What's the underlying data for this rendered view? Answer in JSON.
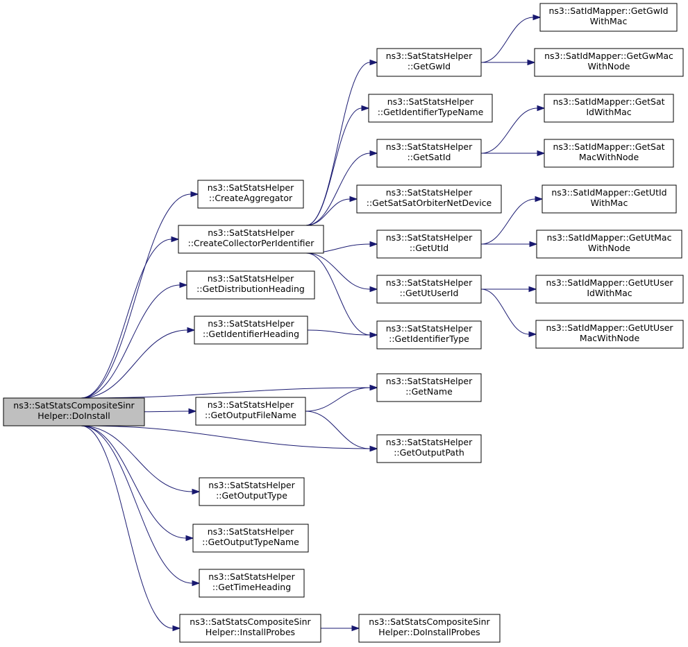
{
  "nodes": [
    {
      "id": "root",
      "lines": [
        "ns3::SatStatsCompositeSinr",
        "Helper::DoInstall"
      ],
      "root": true
    },
    {
      "id": "createAggregator",
      "lines": [
        "ns3::SatStatsHelper",
        "::CreateAggregator"
      ]
    },
    {
      "id": "createCollector",
      "lines": [
        "ns3::SatStatsHelper",
        "::CreateCollectorPerIdentifier"
      ]
    },
    {
      "id": "getDistHeading",
      "lines": [
        "ns3::SatStatsHelper",
        "::GetDistributionHeading"
      ]
    },
    {
      "id": "getIdHeading",
      "lines": [
        "ns3::SatStatsHelper",
        "::GetIdentifierHeading"
      ]
    },
    {
      "id": "getOutputFileName",
      "lines": [
        "ns3::SatStatsHelper",
        "::GetOutputFileName"
      ]
    },
    {
      "id": "getOutputType",
      "lines": [
        "ns3::SatStatsHelper",
        "::GetOutputType"
      ]
    },
    {
      "id": "getOutputTypeName",
      "lines": [
        "ns3::SatStatsHelper",
        "::GetOutputTypeName"
      ]
    },
    {
      "id": "getTimeHeading",
      "lines": [
        "ns3::SatStatsHelper",
        "::GetTimeHeading"
      ]
    },
    {
      "id": "installProbes",
      "lines": [
        "ns3::SatStatsCompositeSinr",
        "Helper::InstallProbes"
      ]
    },
    {
      "id": "getGwId",
      "lines": [
        "ns3::SatStatsHelper",
        "::GetGwId"
      ]
    },
    {
      "id": "getIdTypeName",
      "lines": [
        "ns3::SatStatsHelper",
        "::GetIdentifierTypeName"
      ]
    },
    {
      "id": "getSatId",
      "lines": [
        "ns3::SatStatsHelper",
        "::GetSatId"
      ]
    },
    {
      "id": "getSatOrbiter",
      "lines": [
        "ns3::SatStatsHelper",
        "::GetSatSatOrbiterNetDevice"
      ]
    },
    {
      "id": "getUtId",
      "lines": [
        "ns3::SatStatsHelper",
        "::GetUtId"
      ]
    },
    {
      "id": "getUtUserId",
      "lines": [
        "ns3::SatStatsHelper",
        "::GetUtUserId"
      ]
    },
    {
      "id": "getIdType",
      "lines": [
        "ns3::SatStatsHelper",
        "::GetIdentifierType"
      ]
    },
    {
      "id": "getName",
      "lines": [
        "ns3::SatStatsHelper",
        "::GetName"
      ]
    },
    {
      "id": "getOutputPath",
      "lines": [
        "ns3::SatStatsHelper",
        "::GetOutputPath"
      ]
    },
    {
      "id": "doInstallProbes",
      "lines": [
        "ns3::SatStatsCompositeSinr",
        "Helper::DoInstallProbes"
      ]
    },
    {
      "id": "mGwIdWithMac",
      "lines": [
        "ns3::SatIdMapper::GetGwId",
        "WithMac"
      ]
    },
    {
      "id": "mGwMacWithNode",
      "lines": [
        "ns3::SatIdMapper::GetGwMac",
        "WithNode"
      ]
    },
    {
      "id": "mSatIdWithMac",
      "lines": [
        "ns3::SatIdMapper::GetSat",
        "IdWithMac"
      ]
    },
    {
      "id": "mSatMacWithNode",
      "lines": [
        "ns3::SatIdMapper::GetSat",
        "MacWithNode"
      ]
    },
    {
      "id": "mUtIdWithMac",
      "lines": [
        "ns3::SatIdMapper::GetUtId",
        "WithMac"
      ]
    },
    {
      "id": "mUtMacWithNode",
      "lines": [
        "ns3::SatIdMapper::GetUtMac",
        "WithNode"
      ]
    },
    {
      "id": "mUtUserIdWithMac",
      "lines": [
        "ns3::SatIdMapper::GetUtUser",
        "IdWithMac"
      ]
    },
    {
      "id": "mUtUserMacWithNode",
      "lines": [
        "ns3::SatIdMapper::GetUtUser",
        "MacWithNode"
      ]
    }
  ],
  "edges": [
    [
      "root",
      "createAggregator"
    ],
    [
      "root",
      "createCollector"
    ],
    [
      "root",
      "getDistHeading"
    ],
    [
      "root",
      "getIdHeading"
    ],
    [
      "root",
      "getName"
    ],
    [
      "root",
      "getOutputFileName"
    ],
    [
      "root",
      "getOutputPath"
    ],
    [
      "root",
      "getOutputType"
    ],
    [
      "root",
      "getOutputTypeName"
    ],
    [
      "root",
      "getTimeHeading"
    ],
    [
      "root",
      "installProbes"
    ],
    [
      "createCollector",
      "getGwId"
    ],
    [
      "createCollector",
      "getIdTypeName"
    ],
    [
      "createCollector",
      "getSatId"
    ],
    [
      "createCollector",
      "getSatOrbiter"
    ],
    [
      "createCollector",
      "getUtId"
    ],
    [
      "createCollector",
      "getUtUserId"
    ],
    [
      "createCollector",
      "getIdType"
    ],
    [
      "getIdHeading",
      "getIdType"
    ],
    [
      "getOutputFileName",
      "getName"
    ],
    [
      "getOutputFileName",
      "getOutputPath"
    ],
    [
      "installProbes",
      "doInstallProbes"
    ],
    [
      "getGwId",
      "mGwIdWithMac"
    ],
    [
      "getGwId",
      "mGwMacWithNode"
    ],
    [
      "getSatId",
      "mSatIdWithMac"
    ],
    [
      "getSatId",
      "mSatMacWithNode"
    ],
    [
      "getUtId",
      "mUtIdWithMac"
    ],
    [
      "getUtId",
      "mUtMacWithNode"
    ],
    [
      "getUtUserId",
      "mUtUserIdWithMac"
    ],
    [
      "getUtUserId",
      "mUtUserMacWithNode"
    ]
  ]
}
